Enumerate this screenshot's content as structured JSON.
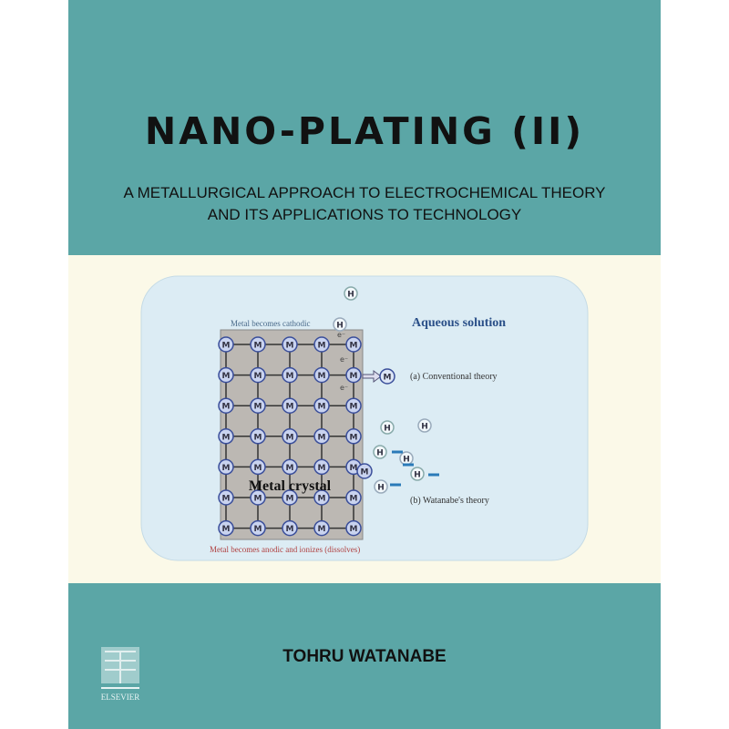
{
  "title": "NANO-PLATING (II)",
  "subtitle_lines": [
    "A METALLURGICAL APPROACH TO ELECTROCHEMICAL THEORY",
    "AND ITS APPLICATIONS TO TECHNOLOGY"
  ],
  "author": "TOHRU WATANABE",
  "publisher": "ELSEVIER",
  "colors": {
    "cover": "#5ba6a6",
    "band": "#fbf9e8",
    "panel": "#dcecf4",
    "crystal": "#bcb8b3"
  },
  "diagram": {
    "aqueous_label": "Aqueous solution",
    "cathodic_label": "Metal becomes cathodic",
    "anodic_label": "Metal becomes anodic and ionizes (dissolves)",
    "crystal_label": "Metal crystal",
    "theory_a": "(a) Conventional theory",
    "theory_b": "(b) Watanabe's theory",
    "metal_symbol": "M",
    "hydrogen_symbol": "H",
    "electron_symbol": "e⁻",
    "lattice_cols": 5,
    "lattice_rows": 7
  }
}
